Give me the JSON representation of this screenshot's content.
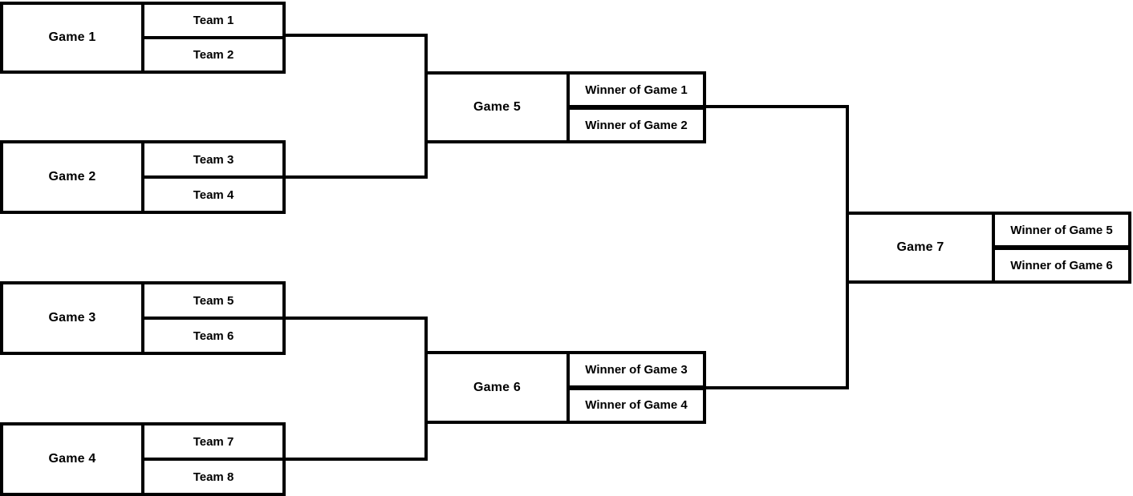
{
  "bracket": {
    "rounds": [
      {
        "name": "round-1",
        "games": [
          "Game 1",
          "Game 2",
          "Game 3",
          "Game 4"
        ]
      },
      {
        "name": "round-2",
        "games": [
          "Game 5",
          "Game 6"
        ]
      },
      {
        "name": "round-3",
        "games": [
          "Game 7"
        ]
      }
    ]
  },
  "games": [
    {
      "label": "Game 1",
      "slots": [
        "Team 1",
        "Team 2"
      ]
    },
    {
      "label": "Game 2",
      "slots": [
        "Team 3",
        "Team 4"
      ]
    },
    {
      "label": "Game 3",
      "slots": [
        "Team 5",
        "Team 6"
      ]
    },
    {
      "label": "Game 4",
      "slots": [
        "Team 7",
        "Team 8"
      ]
    },
    {
      "label": "Game 5",
      "slots": [
        "Winner of Game 1",
        "Winner of Game 2"
      ]
    },
    {
      "label": "Game 6",
      "slots": [
        "Winner of Game 3",
        "Winner of Game 4"
      ]
    },
    {
      "label": "Game 7",
      "slots": [
        "Winner of Game 5",
        "Winner of Game 6"
      ]
    }
  ],
  "colors": {
    "line": "#000000",
    "text": "#000000",
    "background": "#ffffff"
  }
}
